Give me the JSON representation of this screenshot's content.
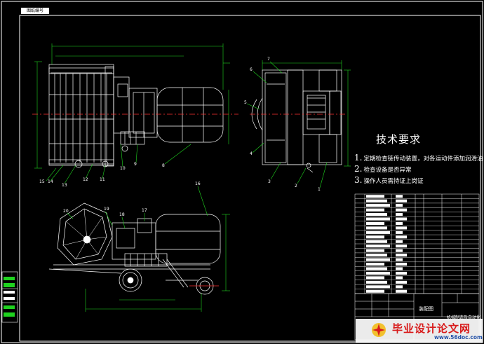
{
  "title_badge": "图纸编号",
  "tech_requirements": {
    "heading": "技术要求",
    "notes": [
      {
        "num": "1.",
        "text": "定期检查链传动装置，对各运动件添加润滑油"
      },
      {
        "num": "2.",
        "text": "检查设备是否异常"
      },
      {
        "num": "3.",
        "text": "操作人员需持证上岗证"
      }
    ]
  },
  "part_numbers": {
    "side_view": [
      "15",
      "14",
      "13",
      "12",
      "11",
      "10",
      "9",
      "8"
    ],
    "end_view": [
      "7",
      "6",
      "5",
      "4",
      "3",
      "2",
      "1"
    ],
    "lower_view": [
      "16",
      "20",
      "19",
      "18",
      "17"
    ]
  },
  "title_block": {
    "drawing_name": "装配图",
    "company": "机械制造及自动化"
  },
  "watermark": {
    "text": "毕业设计论文网",
    "url": "www.56doc.com"
  },
  "colors": {
    "background": "#000000",
    "lines": "#ffffff",
    "dimension": "#00ff00",
    "centerline": "#ff3030",
    "border_side": "#00c000",
    "leader": "#00ff00"
  }
}
